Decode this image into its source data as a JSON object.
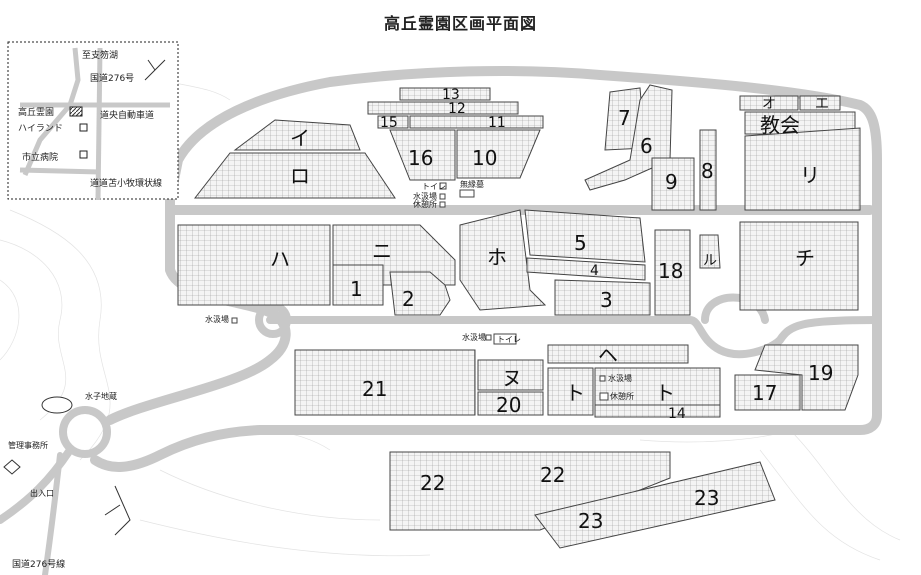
{
  "title": "高丘霊園区画平面図",
  "inset": {
    "lake": "至支笏湖",
    "route276": "国道276号",
    "cemetery": "高丘霊園",
    "expressway": "道央自動車道",
    "hiland": "ハイランド",
    "hospital": "市立病院",
    "bypass": "道道苫小牧環状線"
  },
  "sections": {
    "i": "イ",
    "ro": "ロ",
    "ha": "ハ",
    "ni": "ニ",
    "ho": "ホ",
    "he": "ヘ",
    "to1": "ト",
    "to2": "ト",
    "chi": "チ",
    "ri": "リ",
    "nu": "ヌ",
    "ru": "ル",
    "o": "オ",
    "e": "エ",
    "church": "教会",
    "n1": "1",
    "n2": "2",
    "n3": "3",
    "n4": "4",
    "n5": "5",
    "n6": "6",
    "n7": "7",
    "n8": "8",
    "n9": "9",
    "n10": "10",
    "n11": "11",
    "n12": "12",
    "n13": "13",
    "n14": "14",
    "n15": "15",
    "n16": "16",
    "n17": "17",
    "n18": "18",
    "n19": "19",
    "n20": "20",
    "n21": "21",
    "n22a": "22",
    "n22b": "22",
    "n23a": "23",
    "n23b": "23"
  },
  "facilities": {
    "toilet1": "トイレ",
    "water1": "水汲場",
    "rest1": "休憩所",
    "ossuary": "無縁墓",
    "water2": "水汲場",
    "water3": "水汲場",
    "toilet2": "トイレ",
    "water4": "水汲場",
    "rest2": "休憩所",
    "jizo": "水子地蔵",
    "office": "管理事務所",
    "entrance": "出入口"
  },
  "bottom_road": "国道276号線"
}
